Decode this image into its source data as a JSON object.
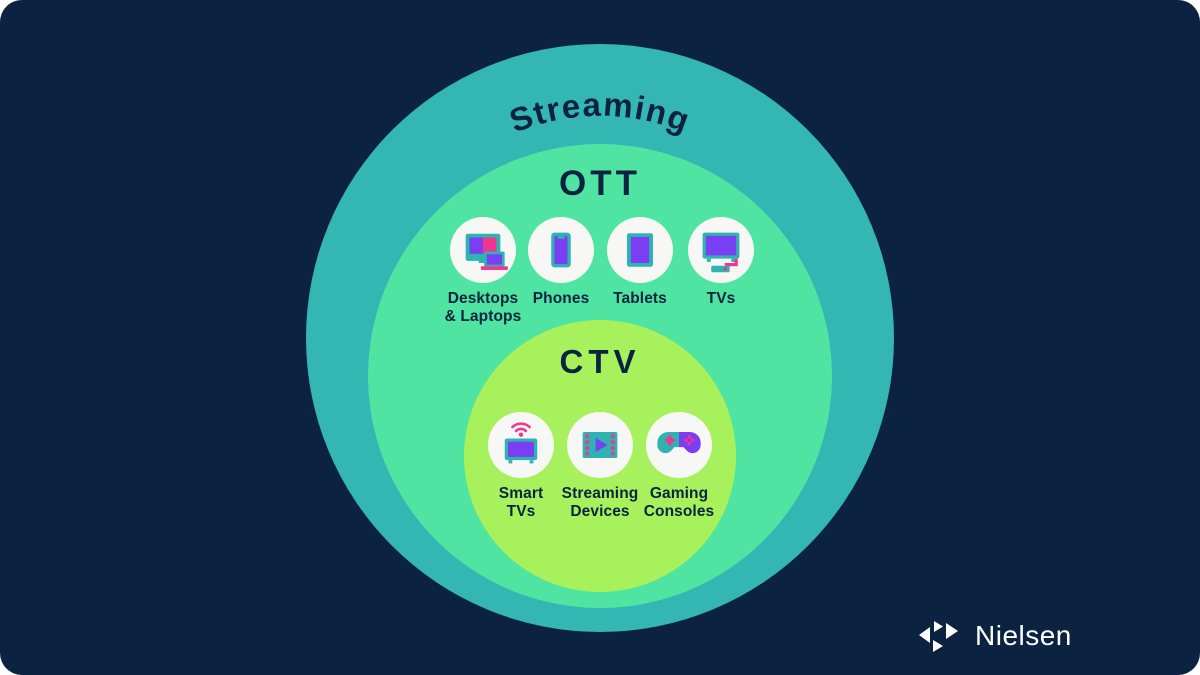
{
  "diagram": {
    "outer_label": "Streaming",
    "middle_label": "OTT",
    "inner_label": "CTV",
    "ott_devices": [
      {
        "icon": "desktops-laptops-icon",
        "line1": "Desktops",
        "line2": "& Laptops"
      },
      {
        "icon": "phone-icon",
        "line1": "Phones",
        "line2": ""
      },
      {
        "icon": "tablet-icon",
        "line1": "Tablets",
        "line2": ""
      },
      {
        "icon": "tv-with-set-top-box-icon",
        "line1": "TVs",
        "line2": ""
      }
    ],
    "ctv_devices": [
      {
        "icon": "smart-tv-wifi-icon",
        "line1": "Smart",
        "line2": "TVs"
      },
      {
        "icon": "media-player-icon",
        "line1": "Streaming",
        "line2": "Devices"
      },
      {
        "icon": "game-controller-icon",
        "line1": "Gaming",
        "line2": "Consoles"
      }
    ]
  },
  "branding": {
    "logo_text": "Nielsen"
  },
  "colors": {
    "background_navy": "#0B2340",
    "streaming_teal": "#34B6B3",
    "ott_mint": "#4FE4A1",
    "ctv_lime": "#A6F15C",
    "icon_circle_white": "#F7F8F5",
    "icon_purple": "#7A3EF4",
    "icon_pink": "#F2368F",
    "icon_teal": "#2FB3B1",
    "text_navy": "#0B2340",
    "logo_white": "#FFFFFF"
  }
}
